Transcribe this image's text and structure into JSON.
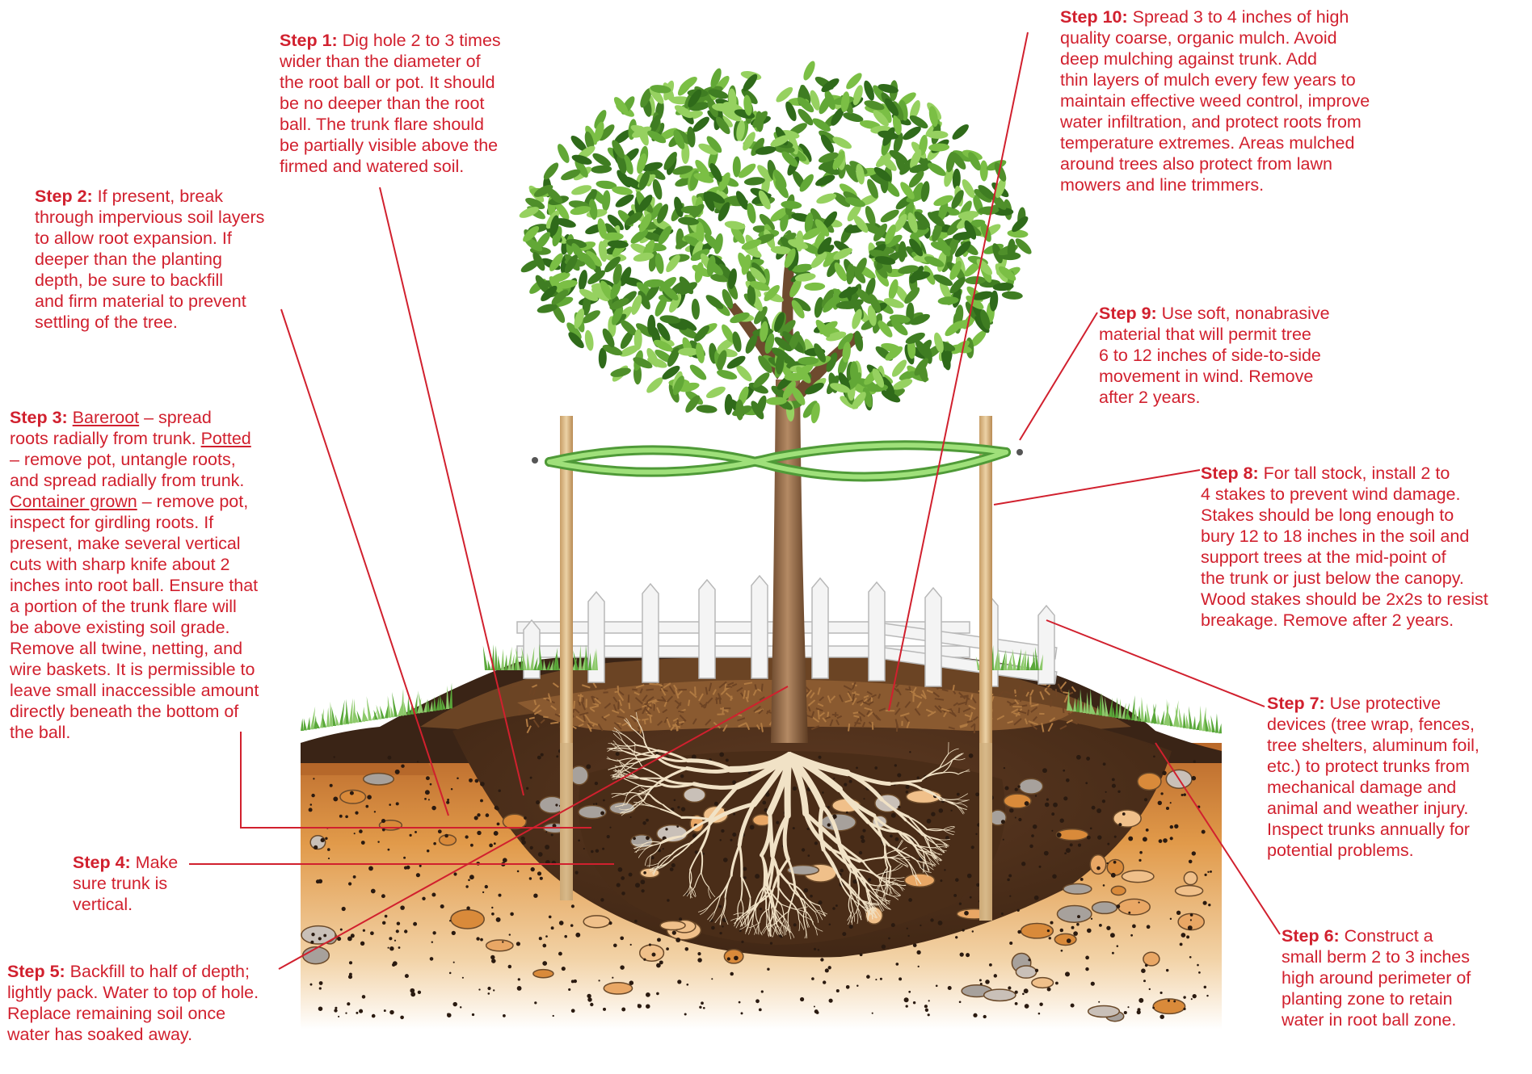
{
  "colors": {
    "label_red": "#d1202e",
    "leader_red": "#d1202e",
    "foliage_green": "#4f8f2a",
    "grass_green": "#5aa83a",
    "soil_brown": "#5a3a22",
    "subsoil_orange": "#d98a3a",
    "mulch_brown": "#8a5a30",
    "root_cream": "#f1e2c6",
    "stake_tan": "#d8b98a",
    "strap_green": "#8fd16a",
    "fence_white": "#f4f4f4"
  },
  "steps": [
    {
      "id": "step1",
      "title": "Step 1:",
      "lines": [
        "Dig hole 2 to 3 times",
        "wider than the diameter of",
        "the root ball or pot. It should",
        "be no deeper than the root",
        "ball. The trunk flare should",
        "be partially visible above the",
        "firmed and watered soil."
      ]
    },
    {
      "id": "step2",
      "title": "Step 2:",
      "lines": [
        "If present, break",
        "through impervious soil layers",
        "to allow root expansion. If",
        "deeper than the planting",
        "depth, be sure to backfill",
        "and firm material to prevent",
        "settling of the tree."
      ]
    },
    {
      "id": "step3",
      "title": "Step 3:",
      "lines": [
        "– spread",
        "roots radially from trunk.",
        "– remove pot, untangle roots,",
        "and spread radially from trunk.",
        "– remove pot,",
        "inspect for girdling roots. If",
        "present, make several vertical",
        "cuts with sharp knife about 2",
        "inches into root ball. Ensure that",
        "a portion of the trunk flare will",
        "be above existing soil grade.",
        "Remove all twine, netting, and",
        "wire baskets. It is permissible to",
        "leave small inaccessible amount",
        "directly beneath the bottom of",
        "the ball."
      ],
      "terms": [
        "Bareroot",
        "Potted",
        "Container grown"
      ]
    },
    {
      "id": "step4",
      "title": "Step 4:",
      "lines": [
        "Make",
        "sure trunk is",
        "vertical."
      ]
    },
    {
      "id": "step5",
      "title": "Step 5:",
      "lines": [
        "Backfill to half of depth;",
        "lightly pack. Water to top of hole.",
        "Replace remaining soil once",
        "water has soaked away."
      ]
    },
    {
      "id": "step6",
      "title": "Step 6:",
      "lines": [
        "Construct a",
        "small berm 2 to 3 inches",
        "high around perimeter of",
        "planting zone to retain",
        "water in root ball zone."
      ]
    },
    {
      "id": "step7",
      "title": "Step 7:",
      "lines": [
        "Use protective",
        "devices (tree wrap, fences,",
        "tree shelters, aluminum foil,",
        "etc.) to protect trunks from",
        "mechanical damage and",
        "animal and weather injury.",
        "Inspect trunks annually for",
        "potential problems."
      ]
    },
    {
      "id": "step8",
      "title": "Step 8:",
      "lines": [
        "For tall stock, install 2 to",
        "4 stakes to prevent wind damage.",
        "Stakes should be long enough to",
        "bury 12 to 18 inches in the soil and",
        "support trees at the mid-point of",
        "the trunk or just below the canopy.",
        "Wood stakes should be 2x2s to resist",
        "breakage. Remove after 2 years."
      ]
    },
    {
      "id": "step9",
      "title": "Step 9:",
      "lines": [
        "Use soft, nonabrasive",
        "material that will permit tree",
        "6 to 12 inches of side-to-side",
        "movement in wind. Remove",
        "after 2 years."
      ]
    },
    {
      "id": "step10",
      "title": "Step 10:",
      "lines": [
        "Spread 3 to 4 inches of high",
        "quality coarse, organic mulch. Avoid",
        "deep mulching against trunk. Add",
        "thin layers of mulch every few years to",
        "maintain effective weed control, improve",
        "water infiltration, and protect roots from",
        "temperature extremes. Areas mulched",
        "around trees also protect from lawn",
        "mowers and line trimmers."
      ]
    }
  ]
}
